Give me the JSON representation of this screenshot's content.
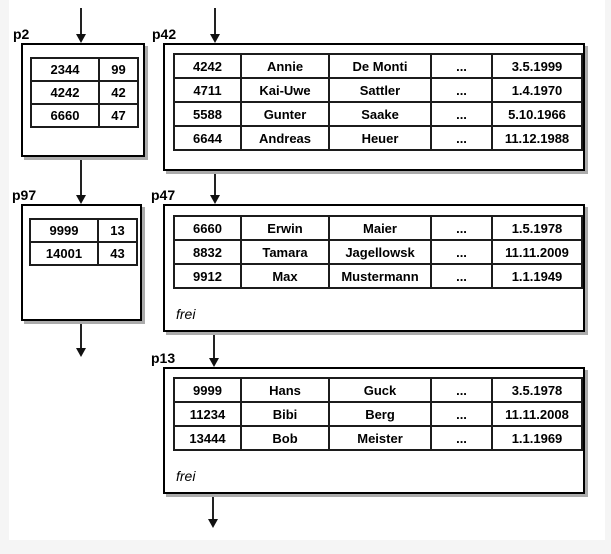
{
  "diagram": {
    "pages": {
      "p2": {
        "label": "p2",
        "rows": [
          [
            "2344",
            "99"
          ],
          [
            "4242",
            "42"
          ],
          [
            "6660",
            "47"
          ]
        ]
      },
      "p42": {
        "label": "p42",
        "rows": [
          [
            "4242",
            "Annie",
            "De Monti",
            "...",
            "3.5.1999"
          ],
          [
            "4711",
            "Kai-Uwe",
            "Sattler",
            "...",
            "1.4.1970"
          ],
          [
            "5588",
            "Gunter",
            "Saake",
            "...",
            "5.10.1966"
          ],
          [
            "6644",
            "Andreas",
            "Heuer",
            "...",
            "11.12.1988"
          ]
        ]
      },
      "p97": {
        "label": "p97",
        "rows": [
          [
            "9999",
            "13"
          ],
          [
            "14001",
            "43"
          ]
        ]
      },
      "p47": {
        "label": "p47",
        "rows": [
          [
            "6660",
            "Erwin",
            "Maier",
            "...",
            "1.5.1978"
          ],
          [
            "8832",
            "Tamara",
            "Jagellowsk",
            "...",
            "11.11.2009"
          ],
          [
            "9912",
            "Max",
            "Mustermann",
            "...",
            "1.1.1949"
          ]
        ],
        "free_label": "frei"
      },
      "p13": {
        "label": "p13",
        "rows": [
          [
            "9999",
            "Hans",
            "Guck",
            "...",
            "3.5.1978"
          ],
          [
            "11234",
            "Bibi",
            "Berg",
            "...",
            "11.11.2008"
          ],
          [
            "13444",
            "Bob",
            "Meister",
            "...",
            "1.1.1969"
          ]
        ],
        "free_label": "frei"
      }
    },
    "colors": {
      "box_border": "#000000",
      "table_outline": "#5f5f5f",
      "cell_border": "#1c1c1c",
      "shadow": "#ababab",
      "background": "#ffffff",
      "page_margin": "#f5f5f5",
      "text": "#000000"
    }
  }
}
